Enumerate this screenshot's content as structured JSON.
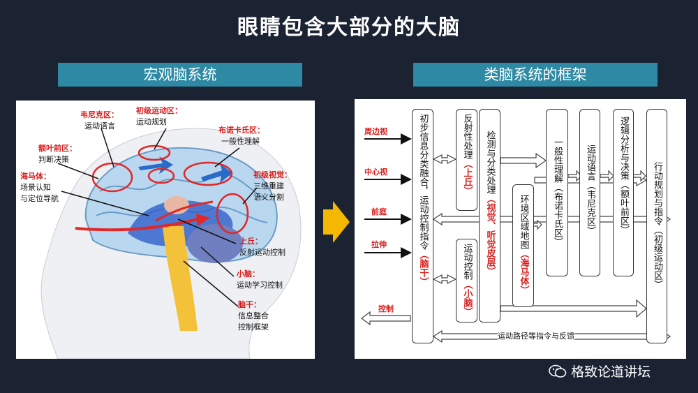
{
  "title": "眼睛包含大部分的大脑",
  "left_header": "宏观脑系统",
  "right_header": "类脑系统的框架",
  "brain": {
    "wernicke": {
      "name": "韦尼克区：",
      "desc": "运动语言"
    },
    "motor": {
      "name": "初级运动区：",
      "desc": "运动规划"
    },
    "broca": {
      "name": "布诺卡氏区：",
      "desc": "一般性理解"
    },
    "frontal": {
      "name": "额叶前区：",
      "desc": "判断决策"
    },
    "visual": {
      "name": "初级视觉：",
      "desc1": "三维重建",
      "desc2": "语义分割"
    },
    "hippo": {
      "name": "海马体：",
      "desc1": "场景认知",
      "desc2": "与定位导航"
    },
    "colliculus": {
      "name": "上丘：",
      "desc": "反射运动控制"
    },
    "cerebellum": {
      "name": "小脑：",
      "desc": "运动学习控制"
    },
    "brainstem": {
      "name": "脑干：",
      "desc1": "信息整合",
      "desc2": "控制框架"
    }
  },
  "framework": {
    "inputs": [
      "周边视",
      "中心视",
      "前庭",
      "拉伸"
    ],
    "output": "控制",
    "box1": {
      "text": "初步信息分类融合，运动控制指令",
      "hl": "（脑干）"
    },
    "box2a": {
      "text": "反射性处理",
      "hl": "（上丘）"
    },
    "box2b": {
      "text": "运动控制",
      "hl": "（小脑）"
    },
    "box3": {
      "text": "检测与分类处理",
      "hl": "（视觉、听觉皮层）"
    },
    "box4": {
      "text": "环境区域地图",
      "hl": "（海马体）"
    },
    "box5": {
      "text": "一般性理解（布诺卡氏区）"
    },
    "box6": {
      "text": "运动语言（韦尼克区）"
    },
    "box7": {
      "text": "逻辑分析与决策（额叶前区）"
    },
    "box8": {
      "text": "行动规划与指令（初级运动区）"
    },
    "bottom_label": "运动路径等指令与反馈"
  },
  "watermark": "格致论道讲坛"
}
